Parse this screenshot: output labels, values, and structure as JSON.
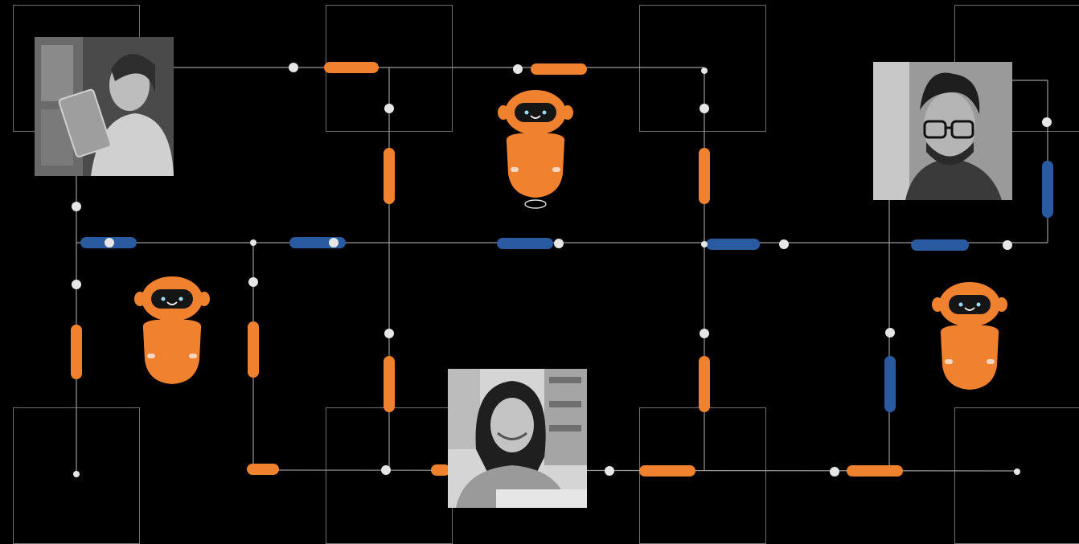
{
  "colors": {
    "background": "#000000",
    "frame": "#6e6e6e",
    "wire": "#9a9a9a",
    "orange": "#f0812e",
    "blue": "#2a5aa0",
    "node": "#e6e6e6",
    "robot_body": "#f0812e",
    "robot_face": "#151515",
    "robot_eye": "#9bdcf0"
  },
  "icons": {
    "robot": "robot-assistant-icon",
    "person_tablet": "person-with-tablet-photo",
    "person_glasses": "person-with-glasses-photo",
    "person_laptop": "person-at-laptop-photo"
  }
}
